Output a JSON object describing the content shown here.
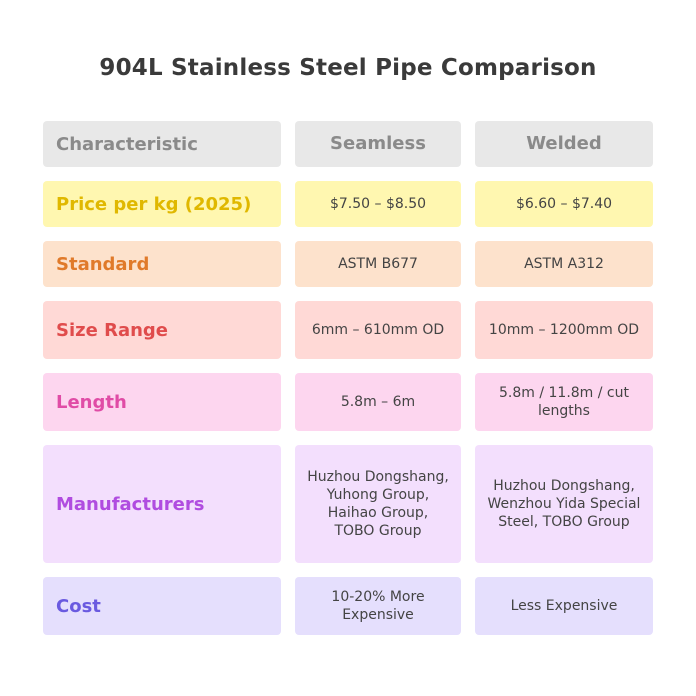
{
  "title": "904L Stainless Steel Pipe Comparison",
  "header": {
    "col1": "Characteristic",
    "col2": "Seamless",
    "col3": "Welded"
  },
  "rows": [
    {
      "label": "Price per kg (2025)",
      "seamless": "$7.50 – $8.50",
      "welded": "$6.60 – $7.40",
      "bg": "#fff7b0",
      "label_color": "#e0b800"
    },
    {
      "label": "Standard",
      "seamless": "ASTM B677",
      "welded": "ASTM A312",
      "bg": "#fde2cc",
      "label_color": "#e07a2a"
    },
    {
      "label": "Size Range",
      "seamless": "6mm – 610mm OD",
      "welded": "10mm – 1200mm OD",
      "bg": "#ffd9d6",
      "label_color": "#e04c4c"
    },
    {
      "label": "Length",
      "seamless": "5.8m – 6m",
      "welded": "5.8m / 11.8m / cut lengths",
      "bg": "#fdd6ef",
      "label_color": "#e04ca6"
    },
    {
      "label": "Manufacturers",
      "seamless": "Huzhou Dongshang, Yuhong Group, Haihao Group, TOBO Group",
      "welded": "Huzhou Dongshang, Wenzhou Yida Special Steel, TOBO Group",
      "bg": "#f3dffd",
      "label_color": "#b04ce0"
    },
    {
      "label": "Cost",
      "seamless": "10-20% More Expensive",
      "welded": "Less Expensive",
      "bg": "#e5dffd",
      "label_color": "#6a5ae0"
    }
  ]
}
